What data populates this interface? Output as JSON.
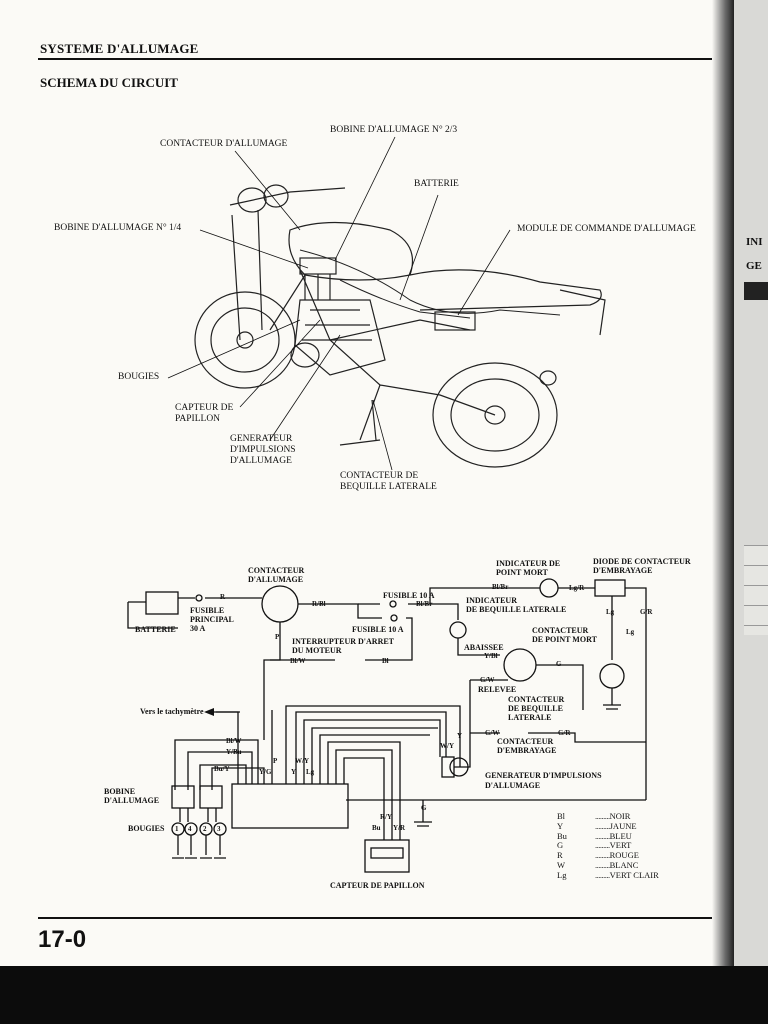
{
  "header": {
    "title": "SYSTEME D'ALLUMAGE",
    "subtitle": "SCHEMA DU CIRCUIT"
  },
  "illustration": {
    "labels": {
      "ignition_switch": "CONTACTEUR D'ALLUMAGE",
      "coil_23": "BOBINE D'ALLUMAGE N° 2/3",
      "battery": "BATTERIE",
      "coil_14": "BOBINE D'ALLUMAGE N° 1/4",
      "module": "MODULE DE COMMANDE D'ALLUMAGE",
      "spark_plugs": "BOUGIES",
      "tps_1": "CAPTEUR DE",
      "tps_2": "PAPILLON",
      "pulse_1": "GENERATEUR",
      "pulse_2": "D'IMPULSIONS",
      "pulse_3": "D'ALLUMAGE",
      "side_1": "CONTACTEUR DE",
      "side_2": "BEQUILLE LATERALE"
    }
  },
  "schematic": {
    "labels": {
      "ign_1": "CONTACTEUR",
      "ign_2": "D'ALLUMAGE",
      "neutral_1": "INDICATEUR DE",
      "neutral_2": "POINT MORT",
      "diode_1": "DIODE DE CONTACTEUR",
      "diode_2": "D'EMBRAYAGE",
      "battery": "BATTERIE",
      "main_fuse_1": "FUSIBLE",
      "main_fuse_2": "PRINCIPAL",
      "main_fuse_3": "30 A",
      "fuse_a": "FUSIBLE 10 A",
      "fuse_b": "FUSIBLE 10 A",
      "side_ind_1": "INDICATEUR",
      "side_ind_2": "DE BEQUILLE LATERALE",
      "neutral_sw_1": "CONTACTEUR",
      "neutral_sw_2": "DE POINT MORT",
      "kill_1": "INTERRUPTEUR D'ARRET",
      "kill_2": "DU MOTEUR",
      "lowered": "ABAISSEE",
      "raised": "RELEVEE",
      "side_sw_1": "CONTACTEUR",
      "side_sw_2": "DE BEQUILLE",
      "side_sw_3": "LATERALE",
      "tach": "Vers le tachymètre",
      "clutch_1": "CONTACTEUR",
      "clutch_2": "D'EMBRAYAGE",
      "pulse_1": "GENERATEUR D'IMPULSIONS",
      "pulse_2": "D'ALLUMAGE",
      "coils_1": "BOBINE",
      "coils_2": "D'ALLUMAGE",
      "plugs": "BOUGIES",
      "tps": "CAPTEUR DE PAPILLON"
    },
    "wire_codes": {
      "r1": "R",
      "rbl": "R/Bl",
      "blbr1": "Bl/Br",
      "blbr2": "Bl/Br",
      "lgr": "Lg/R",
      "lg": "Lg",
      "gr1": "G/R",
      "lg2": "Lg",
      "p": "P",
      "blw1": "Bl/W",
      "bl": "Bl",
      "ybl": "Y/Bl",
      "g1": "G",
      "gw1": "G/W",
      "gw2": "G/W",
      "gr2": "G/R",
      "wy": "W/Y",
      "y1": "Y",
      "blw2": "Bl/W",
      "ybu": "Y/Bu",
      "buy": "Bu/Y",
      "yg": "Y/G",
      "p2": "P",
      "wy2": "W/Y",
      "y2": "Y",
      "lg3": "Lg",
      "ry": "R/Y",
      "bu": "Bu",
      "yr": "Y/R",
      "g2": "G"
    },
    "plug_numbers": [
      "1",
      "4",
      "2",
      "3"
    ]
  },
  "legend": [
    {
      "code": "Bl",
      "color": "NOIR"
    },
    {
      "code": "Y",
      "color": "JAUNE"
    },
    {
      "code": "Bu",
      "color": "BLEU"
    },
    {
      "code": "G",
      "color": "VERT"
    },
    {
      "code": "R",
      "color": "ROUGE"
    },
    {
      "code": "W",
      "color": "BLANC"
    },
    {
      "code": "Lg",
      "color": "VERT CLAIR"
    }
  ],
  "page_number": "17-0",
  "overflow_page": {
    "fragments": [
      "INI",
      "GE"
    ]
  }
}
